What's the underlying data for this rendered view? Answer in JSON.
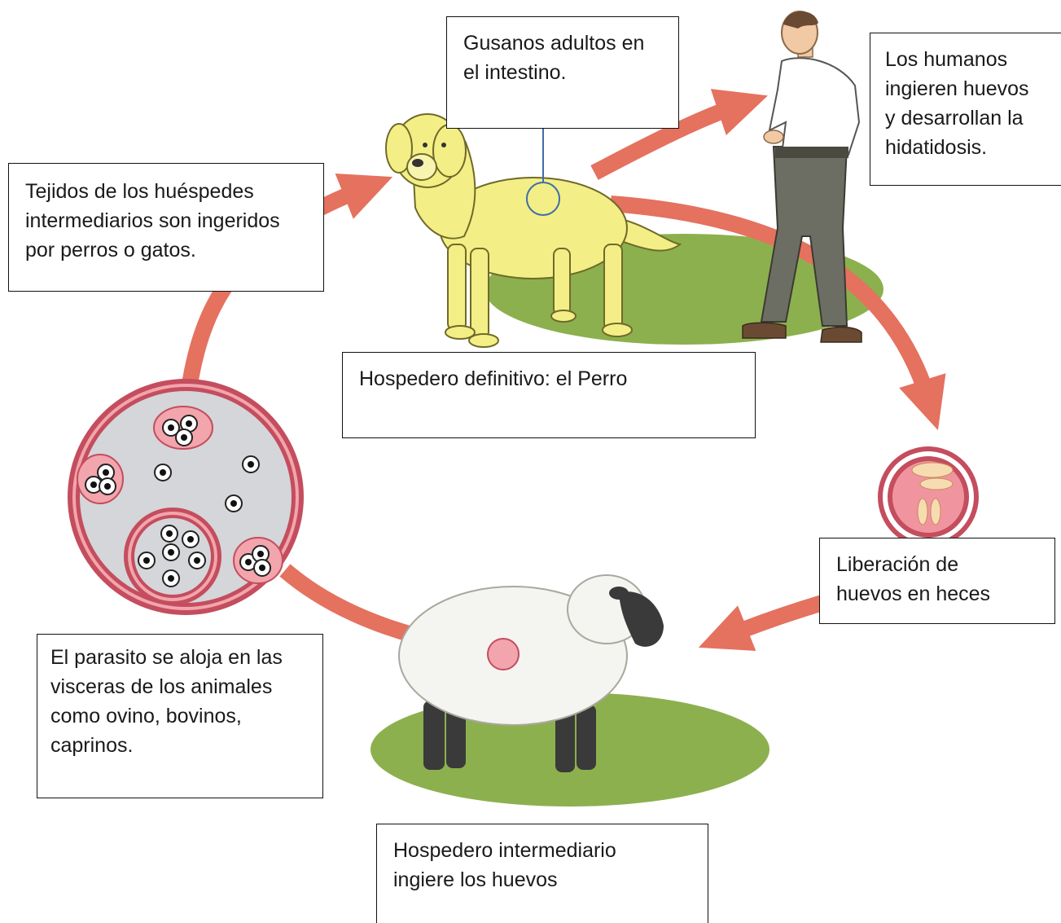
{
  "colors": {
    "arrow": "#e5715f",
    "dog": "#f3ef86",
    "grass": "#8cb04e",
    "cyst_fill": "#d4d6d9",
    "cyst_ring": "#c44d5e",
    "cyst_pink": "#f2a5ac",
    "sheep_wool": "#f4f4f0",
    "sheep_face": "#3a3a3a",
    "human_shirt": "#ffffff",
    "human_pants": "#6d6e63",
    "human_shoes": "#6b4a33",
    "egg_pink": "#f0959f",
    "egg_cream": "#f7dcb2"
  },
  "labels": {
    "adult_worms": "Gusanos adultos en\nel intestino.",
    "humans": "Los humanos\ningieren huevos\ny desarrollan la\nhidatidosis.",
    "tissues": "Tejidos de los huéspedes\nintermediarios son ingeridos\npor perros o gatos.",
    "definitive_host": "Hospedero definitivo: el Perro",
    "egg_release": "Liberación de\nhuevos en heces",
    "parasite_viscera": "El parasito se aloja en las\nvisceras de los animales\ncomo ovino, bovinos,\ncaprinos.",
    "intermediate_host": "Hospedero intermediario\ningiere los huevos"
  },
  "icons": {
    "dog": "dog-illustration",
    "human": "human-illustration",
    "sheep": "sheep-illustration",
    "cyst": "hydatid-cyst-icon",
    "egg": "egg-icon"
  }
}
